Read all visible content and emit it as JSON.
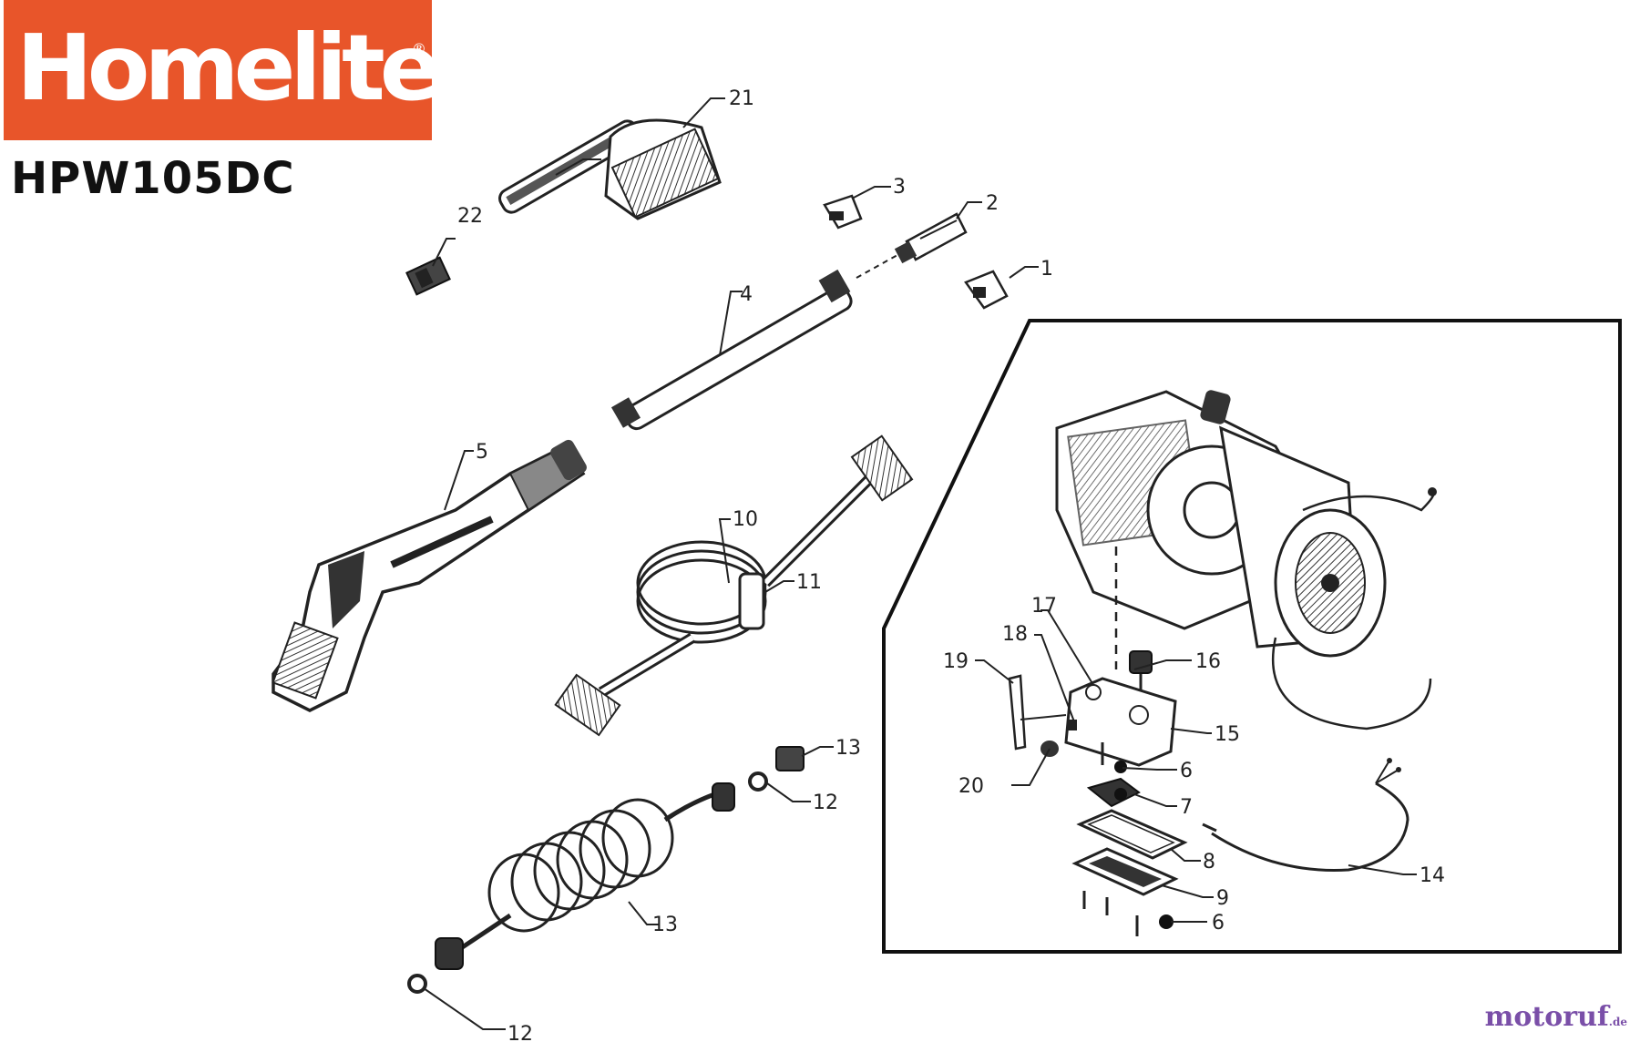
{
  "brand": {
    "name": "Homelite",
    "registered": "®",
    "color": "#e8552a"
  },
  "model": "HPW105DC",
  "watermark": {
    "name": "motoruf",
    "tld": ".de",
    "color": "#7a4fa8"
  },
  "callouts": {
    "p1": "1",
    "p2": "2",
    "p3": "3",
    "p4": "4",
    "p5": "5",
    "p6a": "6",
    "p6b": "6",
    "p7": "7",
    "p8": "8",
    "p9": "9",
    "p10": "10",
    "p11": "11",
    "p12a": "12",
    "p12b": "12",
    "p13a": "13",
    "p13b": "13",
    "p14": "14",
    "p15": "15",
    "p16": "16",
    "p17": "17",
    "p18": "18",
    "p19": "19",
    "p20": "20",
    "p21": "21",
    "p22": "22"
  },
  "icons": {
    "spray-gun": "gun-icon",
    "brush": "brush-icon",
    "pump": "pump-motor-icon",
    "coil-hose": "coil-hose-icon"
  }
}
